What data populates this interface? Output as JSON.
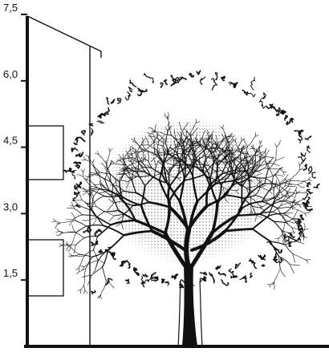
{
  "scale": {
    "ticks": [
      {
        "value": 7.5,
        "label": "7,5"
      },
      {
        "value": 6.0,
        "label": "6,0"
      },
      {
        "value": 4.5,
        "label": "4,5"
      },
      {
        "value": 3.0,
        "label": "3,0"
      },
      {
        "value": 1.5,
        "label": "1,5"
      }
    ],
    "max": 7.5
  },
  "colors": {
    "ink": "#111111",
    "stipple": "#5a5a5a",
    "background": "#ffffff"
  }
}
